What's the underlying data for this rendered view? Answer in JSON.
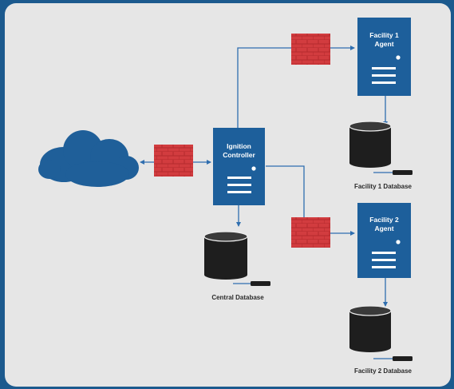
{
  "nodes": {
    "controller": {
      "line1": "Ignition",
      "line2": "Controller"
    },
    "facility1_agent": {
      "line1": "Facility 1",
      "line2": "Agent"
    },
    "facility2_agent": {
      "line1": "Facility 2",
      "line2": "Agent"
    }
  },
  "databases": {
    "central": "Central Database",
    "facility1": "Facility 1 Database",
    "facility2": "Facility 2 Database"
  },
  "colors": {
    "frame": "#1c5a8e",
    "panel": "#e6e6e6",
    "server": "#1d5f9b",
    "cloud": "#1f5f99",
    "firewall": "#d23c3f",
    "arrow": "#2f6eaf",
    "database": "#1e1e1e"
  },
  "icons": [
    "cloud-icon",
    "firewall-icon",
    "server-icon",
    "database-icon",
    "drive-key-icon"
  ]
}
